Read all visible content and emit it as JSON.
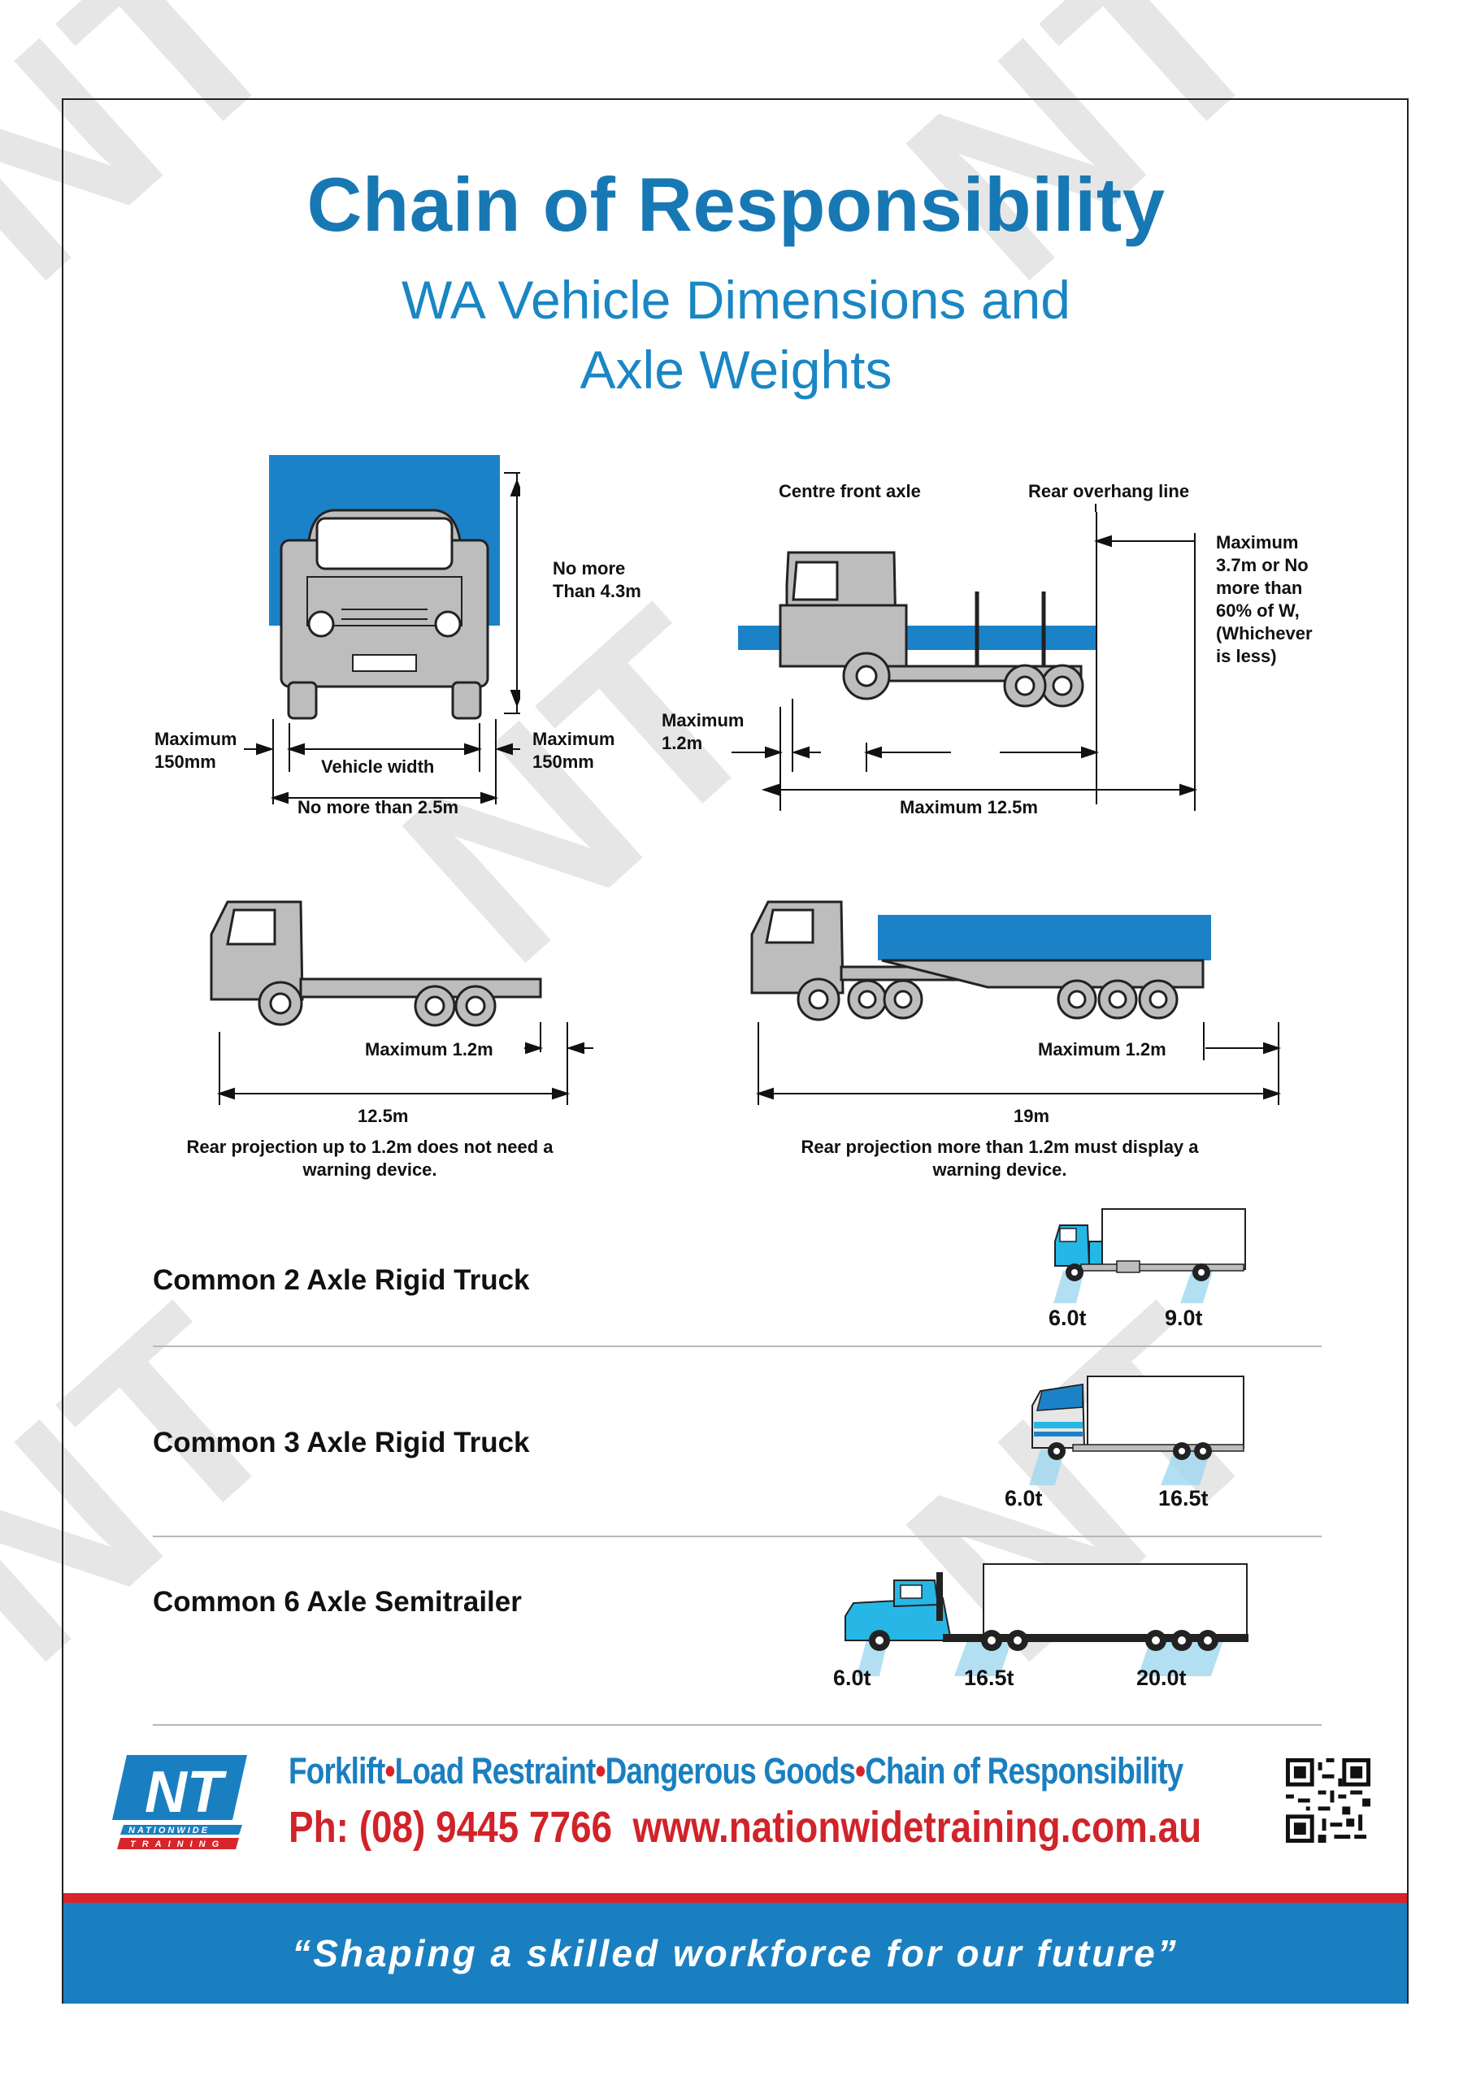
{
  "title": "Chain of Responsibility",
  "subtitle_line1": "WA Vehicle Dimensions and",
  "subtitle_line2": "Axle Weights",
  "front_view": {
    "height_label": "No more\nThan 4.3m",
    "left_max": "Maximum\n150mm",
    "right_max": "Maximum\n150mm",
    "vehicle_width": "Vehicle width",
    "overall_width": "No more than 2.5m"
  },
  "side_view": {
    "centre_front_axle": "Centre front axle",
    "rear_overhang_line": "Rear overhang line",
    "overhang_rule": "Maximum\n3.7m or No\nmore than\n60% of W,\n(Whichever\nis less)",
    "front_max": "Maximum\n1.2m",
    "overall_length": "Maximum 12.5m"
  },
  "rigid_projection": {
    "max_label": "Maximum 1.2m",
    "length": "12.5m",
    "note": "Rear projection up to 1.2m does not need a\nwarning device."
  },
  "semi_projection": {
    "max_label": "Maximum 1.2m",
    "length": "19m",
    "note": "Rear projection more than 1.2m must display a\nwarning device."
  },
  "rows": [
    {
      "label": "Common 2 Axle Rigid Truck",
      "weights": [
        "6.0t",
        "9.0t"
      ]
    },
    {
      "label": "Common 3 Axle Rigid Truck",
      "weights": [
        "6.0t",
        "16.5t"
      ]
    },
    {
      "label": "Common 6 Axle Semitrailer",
      "weights": [
        "6.0t",
        "16.5t",
        "20.0t"
      ]
    }
  ],
  "footer": {
    "courses": [
      "Forklift",
      "Load Restraint",
      "Dangerous Goods",
      "Chain of Responsibility"
    ],
    "separator": "•",
    "phone": "Ph: (08) 9445 7766",
    "website": "www.nationwidetraining.com.au",
    "slogan": "“Shaping a skilled workforce for our future”",
    "logo_text": "NT",
    "logo_sub1": "NATIONWIDE",
    "logo_sub2": "TRAINING"
  },
  "colors": {
    "accent_blue": "#1a7fc0",
    "title_blue": "#1878b4",
    "red": "#d8242b",
    "truck_grey": "#b9b9b9",
    "load_blue": "#1c82c8",
    "cab_cyan": "#26b7e6"
  }
}
